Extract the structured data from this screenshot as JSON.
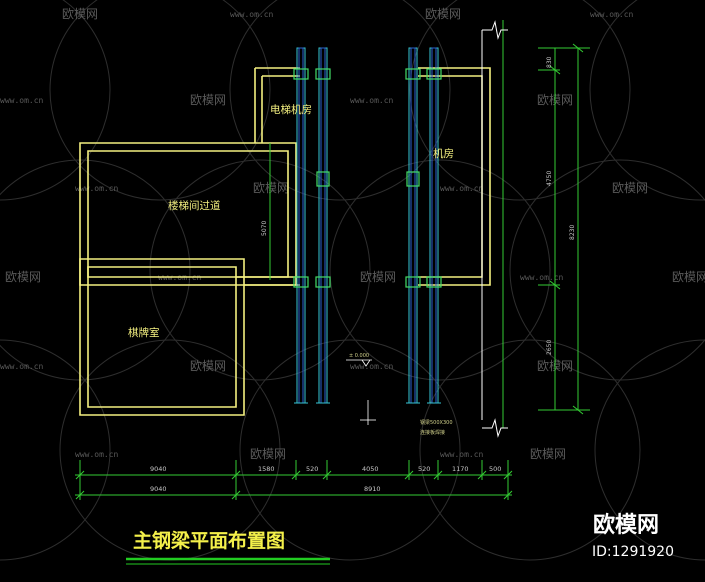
{
  "drawing": {
    "title": "主钢梁平面布置图",
    "rooms": {
      "elevator_machine_room": "电梯机房",
      "stair_corridor": "楼梯间过道",
      "chess_room": "棋牌室",
      "machine_room": "机房"
    },
    "level_mark": "± 0.000",
    "beam_note_1": "钢梁500X300",
    "beam_note_2": "连接板焊接",
    "bottom_dims_row1": [
      "9040",
      "1580",
      "520",
      "4050",
      "520",
      "1170",
      "500"
    ],
    "bottom_dims_row2": [
      "9040",
      "8910"
    ],
    "left_vertical_dim": "5070",
    "right_vertical_dims": [
      "830",
      "4750",
      "2650"
    ],
    "right_overall_dim": "8230"
  },
  "watermark": {
    "brand": "欧模网",
    "url": "www.om.cn",
    "id_label": "ID:1291920"
  },
  "colors": {
    "background": "#000000",
    "wall_outline": "#f4f080",
    "beam_cyan": "#36c6d6",
    "beam_blue": "#2b5fd0",
    "connector_green": "#44dd66",
    "dimension_green": "#33cc33",
    "break_line": "#ffffff",
    "title_yellow": "#f4f04a",
    "title_underline": "#22cc22",
    "watermark_gray": "#5a5a5a"
  }
}
